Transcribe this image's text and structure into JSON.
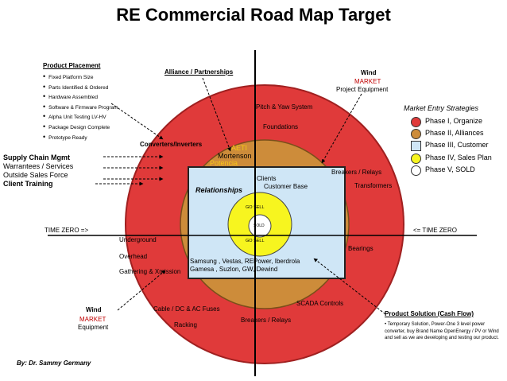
{
  "title": "RE Commercial Road Map Target",
  "author": "By:   Dr. Sammy Germany",
  "colors": {
    "phase1": "#e03a3a",
    "phase2": "#cd8c3a",
    "phase3": "#cfe6f6",
    "phase4": "#f7f51f",
    "phase5": "#ffffff"
  },
  "product_placement": {
    "heading": "Product Placement",
    "items": [
      "Fixed Platform Size",
      "Parts Identified & Ordered",
      "Hardware Assembled",
      "Software & Firmware Program",
      "Alpha Unit Testing LV-HV",
      "Package Design Complete",
      "Prototype Ready"
    ]
  },
  "alliance_label": "Alliance / Partnerships",
  "wind_top": {
    "wind": "Wind",
    "market": "MARKET",
    "sub": "Project Equipment"
  },
  "wind_bottom": {
    "wind": "Wind",
    "market": "MARKET",
    "sub": "Equipment"
  },
  "supply_chain": {
    "line1": "Supply Chain Mgmt",
    "line2": "Warrantees / Services",
    "line3": "Outside Sales Force",
    "line4": "Client Training"
  },
  "legend": {
    "title": "Market Entry Strategies",
    "items": [
      {
        "label": "Phase I, Organize",
        "color": "#e03a3a",
        "shape": "circle"
      },
      {
        "label": "Phase II, Alliances",
        "color": "#cd8c3a",
        "shape": "circle"
      },
      {
        "label": "Phase III, Customer",
        "color": "#cfe6f6",
        "shape": "square"
      },
      {
        "label": "Phase IV, Sales Plan",
        "color": "#f7f51f",
        "shape": "circle"
      },
      {
        "label": "Phase V, SOLD",
        "color": "#ffffff",
        "shape": "circle"
      }
    ]
  },
  "time_zero_left": "TIME ZERO =>",
  "time_zero_right": "<= TIME ZERO",
  "outer_ring": {
    "pitch_yaw": "Pitch & Yaw System",
    "foundations": "Foundations",
    "converters": "Converters/Inverters",
    "breakers_top": "Breakers / Relays",
    "transformers": "Transformers",
    "underground": "Underground",
    "overhead": "Overhead",
    "gathering": "Gathering & Xmission",
    "bearings": "Bearings",
    "scada": "SCADA Controls",
    "cable": "Cable / DC & AC Fuses",
    "racking": "Racking",
    "breakers_bottom": "Breakers / Relays"
  },
  "inner": {
    "aeti": "AETI",
    "mortenson": "Mortenson",
    "potencia": "Potencia",
    "relationships": "Relationships",
    "clients": "Clients",
    "customer_base": "Customer Base",
    "samsung": "Samsung , Vestas, REPower, Iberdrola",
    "gamesa": "Gamesa , Suzlon, GW, Dewind",
    "go_sell_top": "GO SELL",
    "sold": "SOLD",
    "go_sell_bottom": "GO SELL"
  },
  "product_solution": {
    "heading": "Product Solution (Cash Flow)",
    "bullet": "Temporary Solution, Power-One 3 level power converter, buy Brand Name OpenEnergy / PV or Wind and sell as we are developing and testing our product."
  }
}
